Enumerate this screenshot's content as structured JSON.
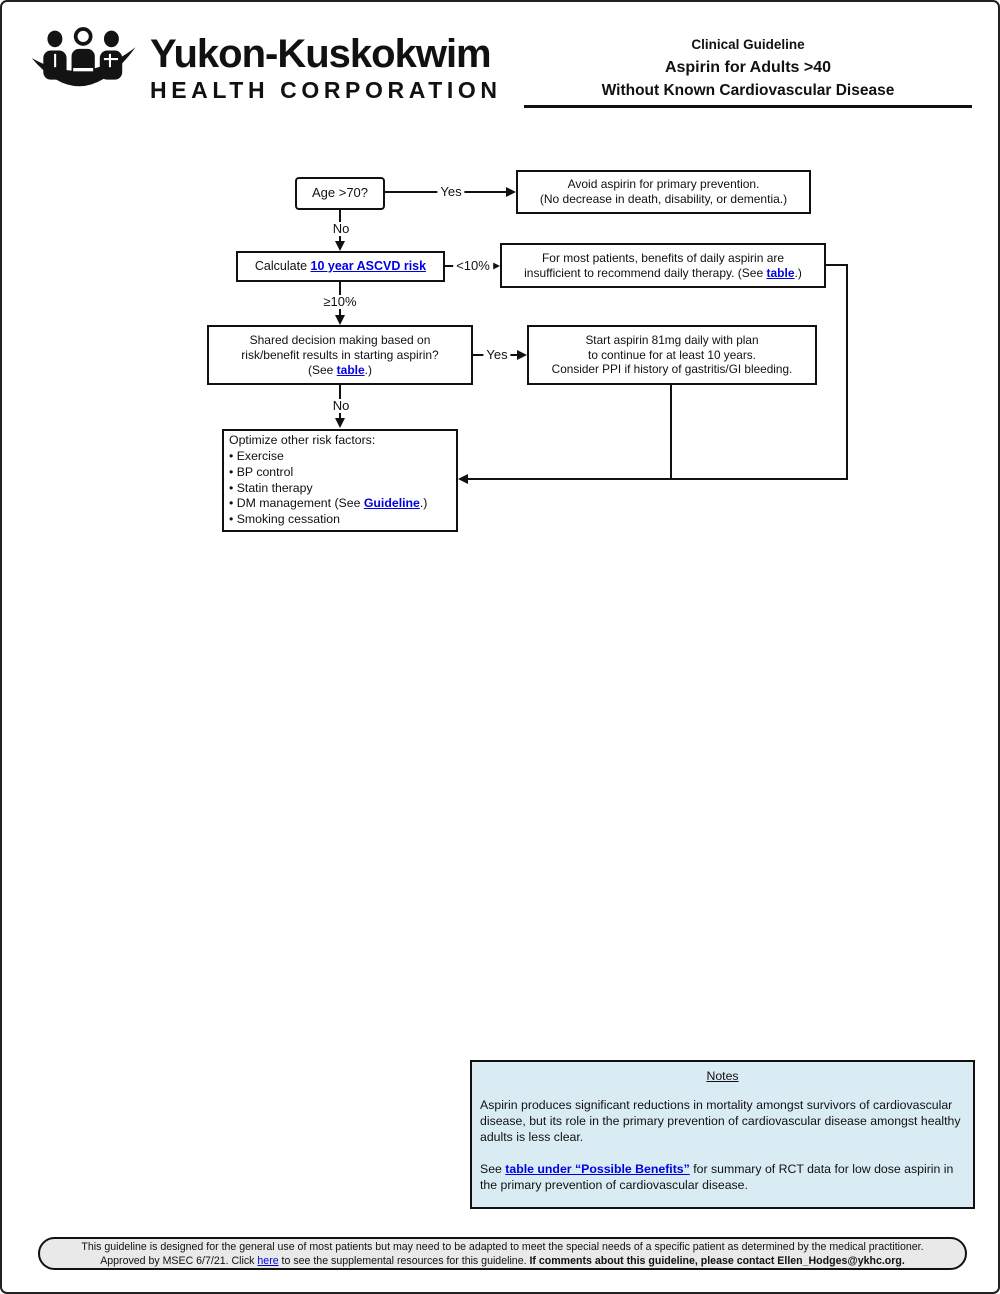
{
  "header": {
    "org_line1": "Yukon-Kuskokwim",
    "org_line2": "HEALTH CORPORATION",
    "title_line1": "Clinical Guideline",
    "title_line2": "Aspirin for Adults >40",
    "title_line3": "Without Known Cardiovascular Disease"
  },
  "flowchart": {
    "age_question": "Age >70?",
    "label_yes_top": "Yes",
    "label_no_top": "No",
    "avoid_line1": "Avoid aspirin for primary prevention.",
    "avoid_line2": "(No decrease in death, disability, or dementia.)",
    "calc_prefix": "Calculate ",
    "calc_link": "10 year ASCVD risk",
    "label_lt10": "<10%",
    "label_ge10": "≥10%",
    "formost_line1": "For most patients, benefits of daily aspirin are",
    "formost_line2_prefix": "insufficient to recommend daily therapy. (See ",
    "formost_link": "table",
    "formost_line2_suffix": ".)",
    "shared_line1": "Shared decision making based on",
    "shared_line2": "risk/benefit results in starting aspirin?",
    "shared_line3_prefix": "(See ",
    "shared_link": "table",
    "shared_line3_suffix": ".)",
    "label_yes_mid": "Yes",
    "label_no_mid": "No",
    "start_line1": "Start aspirin 81mg daily with plan",
    "start_line2": "to continue for at least 10 years.",
    "start_line3": "Consider PPI if history of gastritis/GI bleeding.",
    "optimize_title": "Optimize other risk factors:",
    "optimize_b1": "• Exercise",
    "optimize_b2": "• BP control",
    "optimize_b3": "• Statin therapy",
    "optimize_b4_prefix": "• DM management (See ",
    "optimize_b4_link": "Guideline",
    "optimize_b4_suffix": ".)",
    "optimize_b5": "• Smoking cessation"
  },
  "notes": {
    "heading": "Notes",
    "para1": "Aspirin produces significant reductions in mortality amongst survivors of cardiovascular disease, but its role in the primary prevention of cardiovascular disease amongst healthy adults is less clear.",
    "para2_prefix": "See ",
    "para2_link": "table under “Possible Benefits”",
    "para2_suffix": " for summary of RCT data for low dose aspirin in the primary prevention of cardiovascular disease."
  },
  "footer": {
    "line1": "This guideline is designed for the general use of most patients but may need to be adapted to meet the special needs of a specific patient as determined by the medical practitioner.",
    "line2_part1": "Approved by MSEC 6/7/21. Click ",
    "line2_link": "here",
    "line2_part2": " to see the supplemental resources for this guideline. ",
    "line2_bold": "If comments about this guideline, please contact Ellen_Hodges@ykhc.org."
  },
  "colors": {
    "link_blue": "#0000e0",
    "notes_bg": "#d9ecf4",
    "footer_bg": "#e9e9e9"
  }
}
